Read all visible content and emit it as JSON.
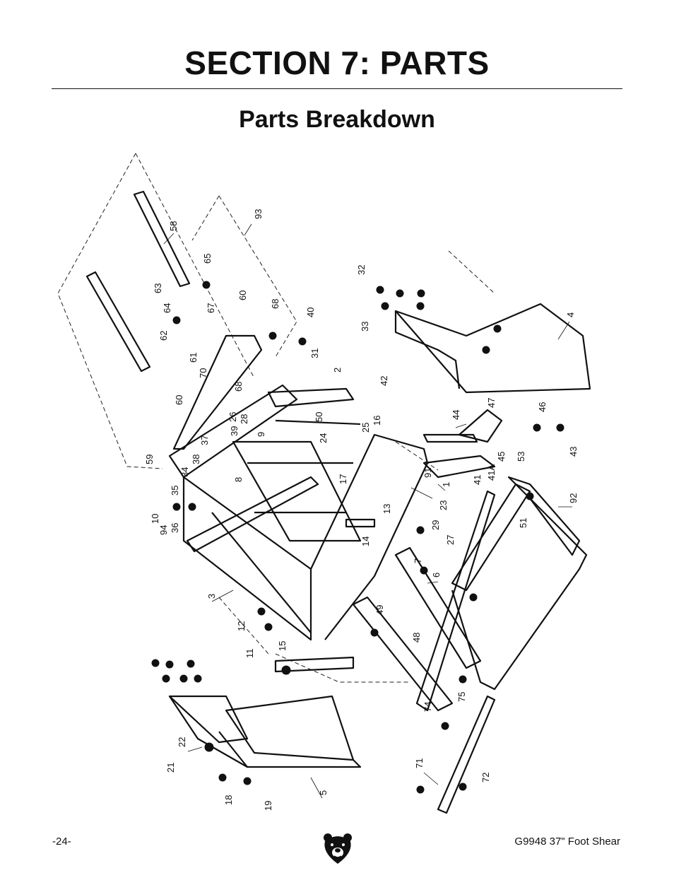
{
  "header": {
    "section_title": "SECTION 7: PARTS",
    "subtitle": "Parts Breakdown"
  },
  "diagram": {
    "callouts": [
      {
        "id": "c58",
        "text": "58"
      },
      {
        "id": "c93",
        "text": "93"
      },
      {
        "id": "c65",
        "text": "65"
      },
      {
        "id": "c63",
        "text": "63"
      },
      {
        "id": "c64",
        "text": "64"
      },
      {
        "id": "c67",
        "text": "67"
      },
      {
        "id": "c60a",
        "text": "60"
      },
      {
        "id": "c68a",
        "text": "68"
      },
      {
        "id": "c62",
        "text": "62"
      },
      {
        "id": "c61",
        "text": "61"
      },
      {
        "id": "c70",
        "text": "70"
      },
      {
        "id": "c68b",
        "text": "68"
      },
      {
        "id": "c60b",
        "text": "60"
      },
      {
        "id": "c26",
        "text": "26"
      },
      {
        "id": "c28",
        "text": "28"
      },
      {
        "id": "c39",
        "text": "39"
      },
      {
        "id": "c37",
        "text": "37"
      },
      {
        "id": "c38",
        "text": "38"
      },
      {
        "id": "c34",
        "text": "34"
      },
      {
        "id": "c59",
        "text": "59"
      },
      {
        "id": "c35",
        "text": "35"
      },
      {
        "id": "c10",
        "text": "10"
      },
      {
        "id": "c94",
        "text": "94"
      },
      {
        "id": "c36",
        "text": "36"
      },
      {
        "id": "c40",
        "text": "40"
      },
      {
        "id": "c31",
        "text": "31"
      },
      {
        "id": "c2",
        "text": "2"
      },
      {
        "id": "c32",
        "text": "32"
      },
      {
        "id": "c33",
        "text": "33"
      },
      {
        "id": "c4",
        "text": "4"
      },
      {
        "id": "c42",
        "text": "42"
      },
      {
        "id": "c50",
        "text": "50"
      },
      {
        "id": "c9",
        "text": "9"
      },
      {
        "id": "c8",
        "text": "8"
      },
      {
        "id": "c24",
        "text": "24"
      },
      {
        "id": "c25",
        "text": "25"
      },
      {
        "id": "c16",
        "text": "16"
      },
      {
        "id": "c17",
        "text": "17"
      },
      {
        "id": "c44",
        "text": "44"
      },
      {
        "id": "c47",
        "text": "47"
      },
      {
        "id": "c46",
        "text": "46"
      },
      {
        "id": "c43",
        "text": "43"
      },
      {
        "id": "c53",
        "text": "53"
      },
      {
        "id": "c45",
        "text": "45"
      },
      {
        "id": "c41A",
        "text": "41A"
      },
      {
        "id": "c41",
        "text": "41"
      },
      {
        "id": "c91",
        "text": "91"
      },
      {
        "id": "c1",
        "text": "1"
      },
      {
        "id": "c13",
        "text": "13"
      },
      {
        "id": "c23",
        "text": "23"
      },
      {
        "id": "c14",
        "text": "14"
      },
      {
        "id": "c29",
        "text": "29"
      },
      {
        "id": "c27",
        "text": "27"
      },
      {
        "id": "c7",
        "text": "7"
      },
      {
        "id": "c92",
        "text": "92"
      },
      {
        "id": "c51",
        "text": "51"
      },
      {
        "id": "c6",
        "text": "6"
      },
      {
        "id": "c3",
        "text": "3"
      },
      {
        "id": "c12",
        "text": "12"
      },
      {
        "id": "c11",
        "text": "11"
      },
      {
        "id": "c15",
        "text": "15"
      },
      {
        "id": "c49",
        "text": "49"
      },
      {
        "id": "c48",
        "text": "48"
      },
      {
        "id": "c75",
        "text": "75"
      },
      {
        "id": "c74",
        "text": "74"
      },
      {
        "id": "c22",
        "text": "22"
      },
      {
        "id": "c21",
        "text": "21"
      },
      {
        "id": "c18",
        "text": "18"
      },
      {
        "id": "c19",
        "text": "19"
      },
      {
        "id": "c5",
        "text": "5"
      },
      {
        "id": "c71",
        "text": "71"
      },
      {
        "id": "c72",
        "text": "72"
      }
    ]
  },
  "footer": {
    "page_number": "-24-",
    "model_title": "G9948 37\" Foot Shear",
    "logo_icon": "bear-head-icon"
  }
}
